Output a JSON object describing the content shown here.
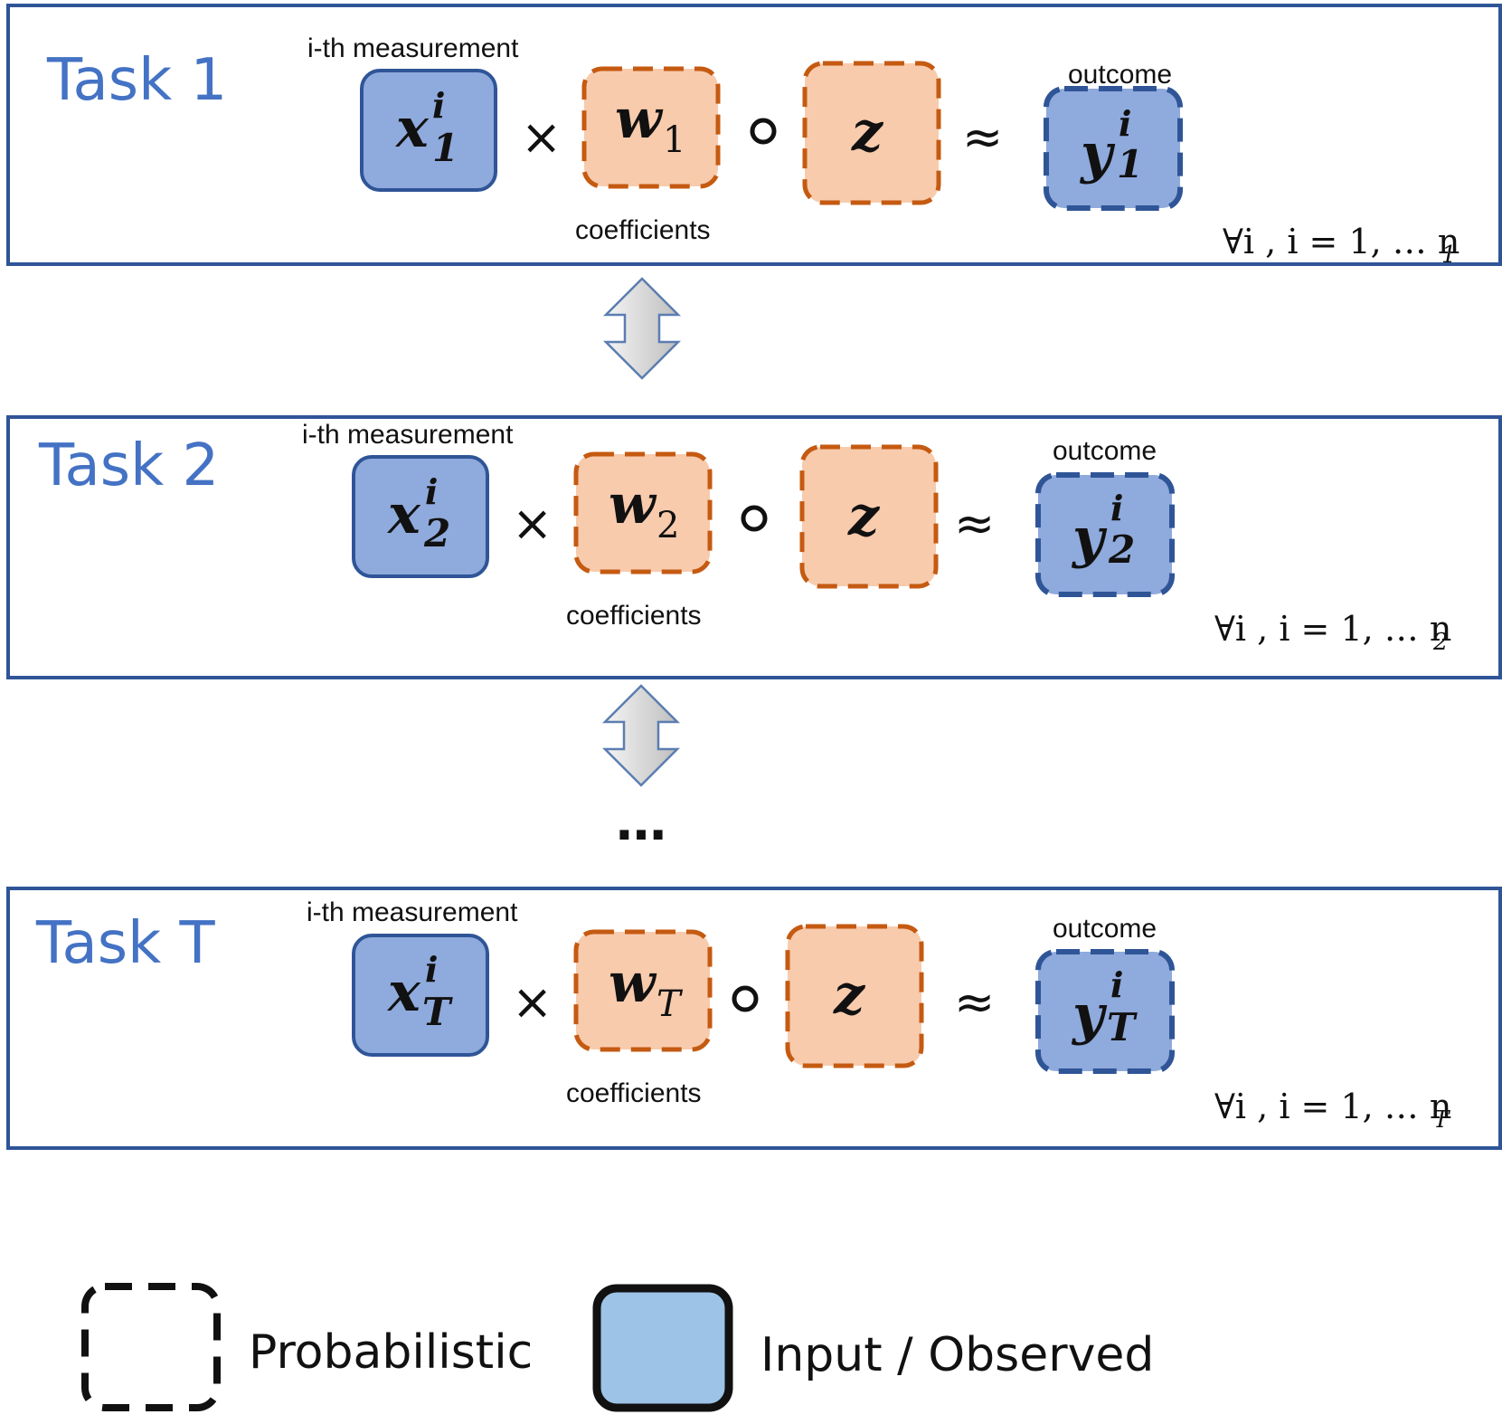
{
  "tasks": [
    {
      "title": "Task 1",
      "measurement_label": "i-th measurement",
      "x_symbol": "x",
      "x_sup": "i",
      "x_sub": "1",
      "times": "×",
      "w_symbol": "w",
      "w_sub": "1",
      "compose": "∘",
      "z_symbol": "z",
      "approx": "≈",
      "coefficients_label": "coefficients",
      "outcome_label": "outcome",
      "y_symbol": "y",
      "y_sup": "i",
      "y_sub": "1",
      "constraint": "∀i , i = 1, … n",
      "constraint_sub": "1"
    },
    {
      "title": "Task 2",
      "measurement_label": "i-th measurement",
      "x_symbol": "x",
      "x_sup": "i",
      "x_sub": "2",
      "times": "×",
      "w_symbol": "w",
      "w_sub": "2",
      "compose": "∘",
      "z_symbol": "z",
      "approx": "≈",
      "coefficients_label": "coefficients",
      "outcome_label": "outcome",
      "y_symbol": "y",
      "y_sup": "i",
      "y_sub": "2",
      "constraint": "∀i , i = 1, … n",
      "constraint_sub": "2"
    },
    {
      "title": "Task T",
      "measurement_label": "i-th measurement",
      "x_symbol": "x",
      "x_sup": "i",
      "x_sub": "T",
      "times": "×",
      "w_symbol": "w",
      "w_sub": "T",
      "compose": "∘",
      "z_symbol": "z",
      "approx": "≈",
      "coefficients_label": "coefficients",
      "outcome_label": "outcome",
      "y_symbol": "y",
      "y_sup": "i",
      "y_sub": "T",
      "constraint": "∀i , i = 1, … n",
      "constraint_sub": "T"
    }
  ],
  "ellipsis": "…",
  "legend": {
    "probabilistic": "Probabilistic",
    "observed": "Input / Observed"
  },
  "colors": {
    "frame": "#2F5597",
    "title": "#4472C4",
    "observed_fill": "#8FAADC",
    "observed_stroke": "#2F5597",
    "latent_fill": "#F8CBAD",
    "latent_stroke": "#C55A11",
    "legend_observed_fill": "#9DC3E6"
  }
}
